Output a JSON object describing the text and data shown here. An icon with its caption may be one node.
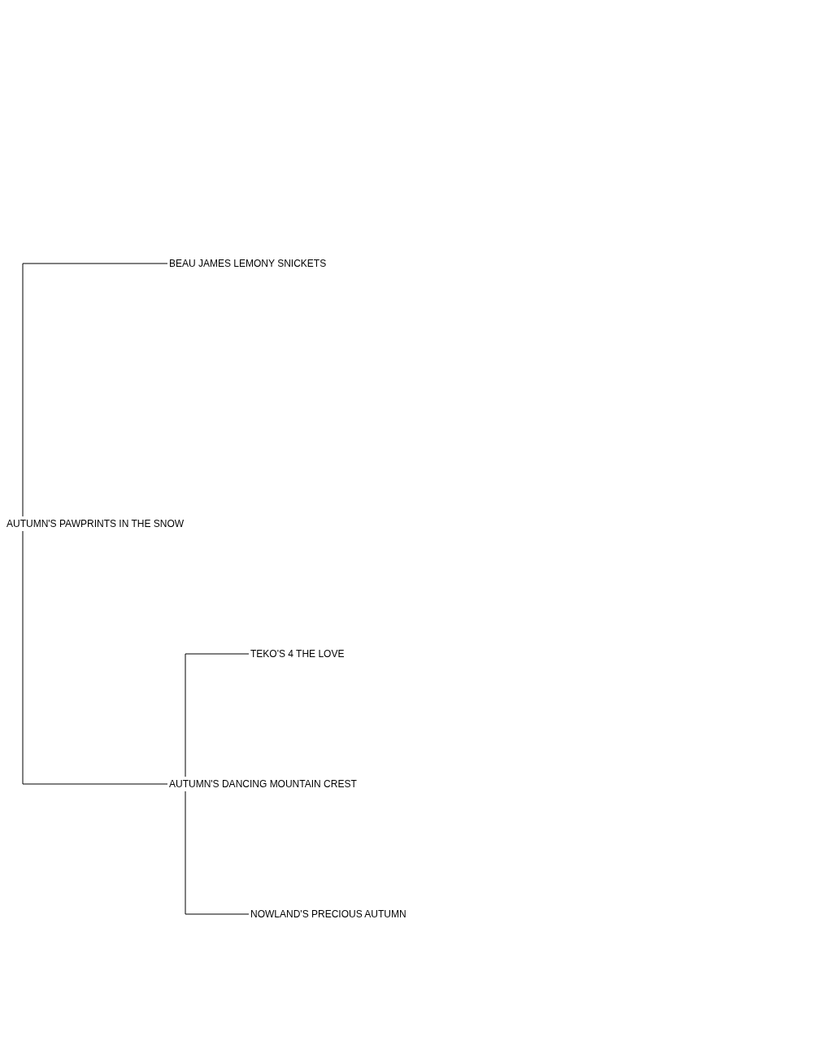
{
  "diagram": {
    "nodes": [
      {
        "text": [
          "AUTUMN'S PAWPRINTS IN THE SNOW"
        ]
      },
      {
        "text": [
          "BEAU JAMES LEMONY SNICKETS"
        ]
      },
      {
        "text": [
          "AUTUMN'S DANCING MOUNTAIN CREST"
        ]
      },
      {
        "text": [
          "TEKO'S 4 THE LOVE"
        ]
      },
      {
        "text": [
          "NOWLAND'S PRECIOUS AUTUMN"
        ]
      }
    ],
    "edges": [
      {
        "from": 0,
        "to": 1,
        "arrow": "none"
      },
      {
        "from": 0,
        "to": 2,
        "arrow": "none"
      },
      {
        "from": 2,
        "to": 3,
        "arrow": "none"
      },
      {
        "from": 2,
        "to": 4,
        "arrow": "none"
      }
    ]
  }
}
